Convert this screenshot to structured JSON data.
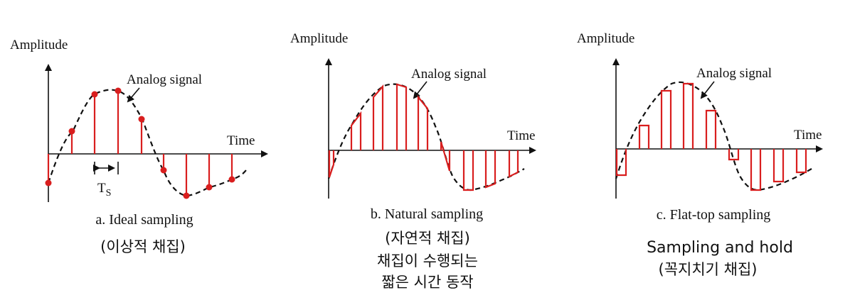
{
  "panels": [
    {
      "amplitude_label": "Amplitude",
      "signal_label": "Analog signal",
      "time_label": "Time",
      "interval_label": "T",
      "interval_subscript": "S",
      "caption": "a. Ideal sampling",
      "korean_lines": [
        "(이상적 채집)"
      ]
    },
    {
      "amplitude_label": "Amplitude",
      "signal_label": "Analog signal",
      "time_label": "Time",
      "caption": "b. Natural sampling",
      "korean_lines": [
        "(자연적 채집)",
        "채집이 수행되는",
        "짧은 시간 동작"
      ]
    },
    {
      "amplitude_label": "Amplitude",
      "signal_label": "Analog signal",
      "time_label": "Time",
      "caption": "c. Flat-top sampling",
      "korean_lines": [
        "Sampling and hold",
        "(꼭지치기 채집)"
      ]
    }
  ],
  "colors": {
    "sample": "#d91e1e",
    "ink": "#111111"
  }
}
